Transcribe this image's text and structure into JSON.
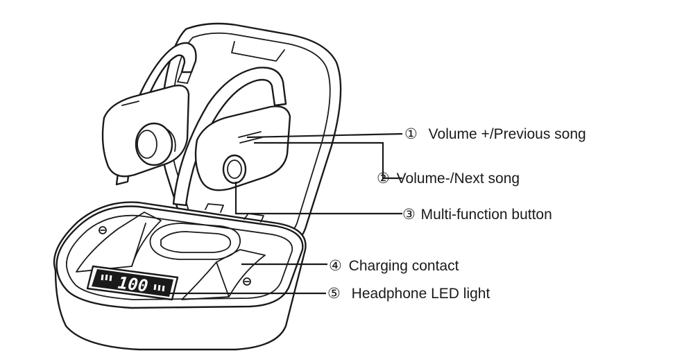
{
  "callouts": [
    {
      "marker": "①",
      "text": "Volume +/Previous song"
    },
    {
      "marker": "②",
      "text": "Volume-/Next song"
    },
    {
      "marker": "③",
      "text": "Multi-function button"
    },
    {
      "marker": "④",
      "text": "Charging contact"
    },
    {
      "marker": "⑤",
      "text": "Headphone LED light"
    }
  ],
  "lcd": {
    "value": "100"
  },
  "colors": {
    "ink": "#1a1a1a",
    "background": "#ffffff"
  }
}
